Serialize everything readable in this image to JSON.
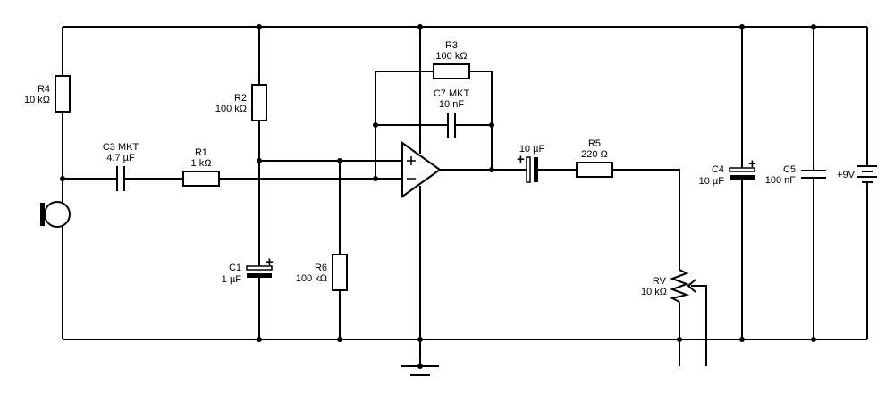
{
  "components": {
    "r1": {
      "name": "R1",
      "value": "1 kΩ"
    },
    "r2": {
      "name": "R2",
      "value": "100 kΩ"
    },
    "r3": {
      "name": "R3",
      "value": "100 kΩ"
    },
    "r4": {
      "name": "R4",
      "value": "10 kΩ"
    },
    "r5": {
      "name": "R5",
      "value": "220 Ω"
    },
    "r6": {
      "name": "R6",
      "value": "100 kΩ"
    },
    "rv": {
      "name": "RV",
      "value": "10 kΩ"
    },
    "c1": {
      "name": "C1",
      "value": "1 µF"
    },
    "c2": {
      "value": "10 µF"
    },
    "c3": {
      "name": "C3 MKT",
      "value": "4.7 µF"
    },
    "c4": {
      "name": "C4",
      "value": "10 µF"
    },
    "c5": {
      "name": "C5",
      "value": "100 nF"
    },
    "c7": {
      "name": "C7 MKT",
      "value": "10 nF"
    }
  },
  "supply": {
    "label": "+9V"
  },
  "opamp": {
    "plus": "+",
    "minus": "−"
  },
  "polarity": {
    "plus": "+"
  }
}
